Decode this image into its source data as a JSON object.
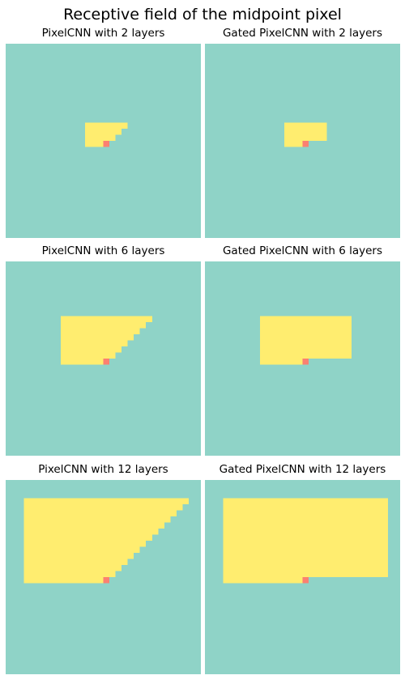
{
  "title": "Receptive field of the midpoint pixel",
  "colors": {
    "background": "#8fd3c7",
    "receptive": "#ffed6f",
    "center": "#fb8071"
  },
  "chart_data": [
    {
      "type": "heatmap",
      "title": "PixelCNN with 2 layers",
      "grid_size": 32,
      "center": [
        17,
        16
      ],
      "receptive_field": "triangular",
      "layers": 2,
      "xlim": [
        0,
        32
      ],
      "ylim": [
        0,
        32
      ],
      "rows": [
        {
          "y": 13,
          "x_start": 13,
          "x_end": 20
        },
        {
          "y": 14,
          "x_start": 13,
          "x_end": 19
        },
        {
          "y": 15,
          "x_start": 13,
          "x_end": 18
        },
        {
          "y": 16,
          "x_start": 13,
          "x_end": 17
        }
      ]
    },
    {
      "type": "heatmap",
      "title": "Gated PixelCNN with 2 layers",
      "grid_size": 32,
      "center": [
        17,
        16
      ],
      "receptive_field": "rectangular",
      "layers": 2,
      "xlim": [
        0,
        32
      ],
      "ylim": [
        0,
        32
      ],
      "rows": [
        {
          "y": 13,
          "x_start": 13,
          "x_end": 20
        },
        {
          "y": 14,
          "x_start": 13,
          "x_end": 20
        },
        {
          "y": 15,
          "x_start": 13,
          "x_end": 20
        },
        {
          "y": 16,
          "x_start": 13,
          "x_end": 17
        }
      ]
    },
    {
      "type": "heatmap",
      "title": "PixelCNN with 6 layers",
      "grid_size": 32,
      "center": [
        17,
        16
      ],
      "receptive_field": "triangular",
      "layers": 6,
      "xlim": [
        0,
        32
      ],
      "ylim": [
        0,
        32
      ],
      "rows": [
        {
          "y": 9,
          "x_start": 9,
          "x_end": 24
        },
        {
          "y": 10,
          "x_start": 9,
          "x_end": 23
        },
        {
          "y": 11,
          "x_start": 9,
          "x_end": 22
        },
        {
          "y": 12,
          "x_start": 9,
          "x_end": 21
        },
        {
          "y": 13,
          "x_start": 9,
          "x_end": 20
        },
        {
          "y": 14,
          "x_start": 9,
          "x_end": 19
        },
        {
          "y": 15,
          "x_start": 9,
          "x_end": 18
        },
        {
          "y": 16,
          "x_start": 9,
          "x_end": 17
        }
      ]
    },
    {
      "type": "heatmap",
      "title": "Gated PixelCNN with 6 layers",
      "grid_size": 32,
      "center": [
        17,
        16
      ],
      "receptive_field": "rectangular",
      "layers": 6,
      "xlim": [
        0,
        32
      ],
      "ylim": [
        0,
        32
      ],
      "rows": [
        {
          "y": 9,
          "x_start": 9,
          "x_end": 24
        },
        {
          "y": 10,
          "x_start": 9,
          "x_end": 24
        },
        {
          "y": 11,
          "x_start": 9,
          "x_end": 24
        },
        {
          "y": 12,
          "x_start": 9,
          "x_end": 24
        },
        {
          "y": 13,
          "x_start": 9,
          "x_end": 24
        },
        {
          "y": 14,
          "x_start": 9,
          "x_end": 24
        },
        {
          "y": 15,
          "x_start": 9,
          "x_end": 24
        },
        {
          "y": 16,
          "x_start": 9,
          "x_end": 17
        }
      ]
    },
    {
      "type": "heatmap",
      "title": "PixelCNN with 12 layers",
      "grid_size": 32,
      "center": [
        17,
        16
      ],
      "receptive_field": "triangular",
      "layers": 12,
      "xlim": [
        0,
        32
      ],
      "ylim": [
        0,
        32
      ],
      "rows": [
        {
          "y": 3,
          "x_start": 3,
          "x_end": 30
        },
        {
          "y": 4,
          "x_start": 3,
          "x_end": 29
        },
        {
          "y": 5,
          "x_start": 3,
          "x_end": 28
        },
        {
          "y": 6,
          "x_start": 3,
          "x_end": 27
        },
        {
          "y": 7,
          "x_start": 3,
          "x_end": 26
        },
        {
          "y": 8,
          "x_start": 3,
          "x_end": 25
        },
        {
          "y": 9,
          "x_start": 3,
          "x_end": 24
        },
        {
          "y": 10,
          "x_start": 3,
          "x_end": 23
        },
        {
          "y": 11,
          "x_start": 3,
          "x_end": 22
        },
        {
          "y": 12,
          "x_start": 3,
          "x_end": 21
        },
        {
          "y": 13,
          "x_start": 3,
          "x_end": 20
        },
        {
          "y": 14,
          "x_start": 3,
          "x_end": 19
        },
        {
          "y": 15,
          "x_start": 3,
          "x_end": 18
        },
        {
          "y": 16,
          "x_start": 3,
          "x_end": 17
        }
      ]
    },
    {
      "type": "heatmap",
      "title": "Gated PixelCNN with 12 layers",
      "grid_size": 32,
      "center": [
        17,
        16
      ],
      "receptive_field": "rectangular",
      "layers": 12,
      "xlim": [
        0,
        32
      ],
      "ylim": [
        0,
        32
      ],
      "rows": [
        {
          "y": 3,
          "x_start": 3,
          "x_end": 30
        },
        {
          "y": 4,
          "x_start": 3,
          "x_end": 30
        },
        {
          "y": 5,
          "x_start": 3,
          "x_end": 30
        },
        {
          "y": 6,
          "x_start": 3,
          "x_end": 30
        },
        {
          "y": 7,
          "x_start": 3,
          "x_end": 30
        },
        {
          "y": 8,
          "x_start": 3,
          "x_end": 30
        },
        {
          "y": 9,
          "x_start": 3,
          "x_end": 30
        },
        {
          "y": 10,
          "x_start": 3,
          "x_end": 30
        },
        {
          "y": 11,
          "x_start": 3,
          "x_end": 30
        },
        {
          "y": 12,
          "x_start": 3,
          "x_end": 30
        },
        {
          "y": 13,
          "x_start": 3,
          "x_end": 30
        },
        {
          "y": 14,
          "x_start": 3,
          "x_end": 30
        },
        {
          "y": 15,
          "x_start": 3,
          "x_end": 30
        },
        {
          "y": 16,
          "x_start": 3,
          "x_end": 17
        }
      ]
    }
  ]
}
